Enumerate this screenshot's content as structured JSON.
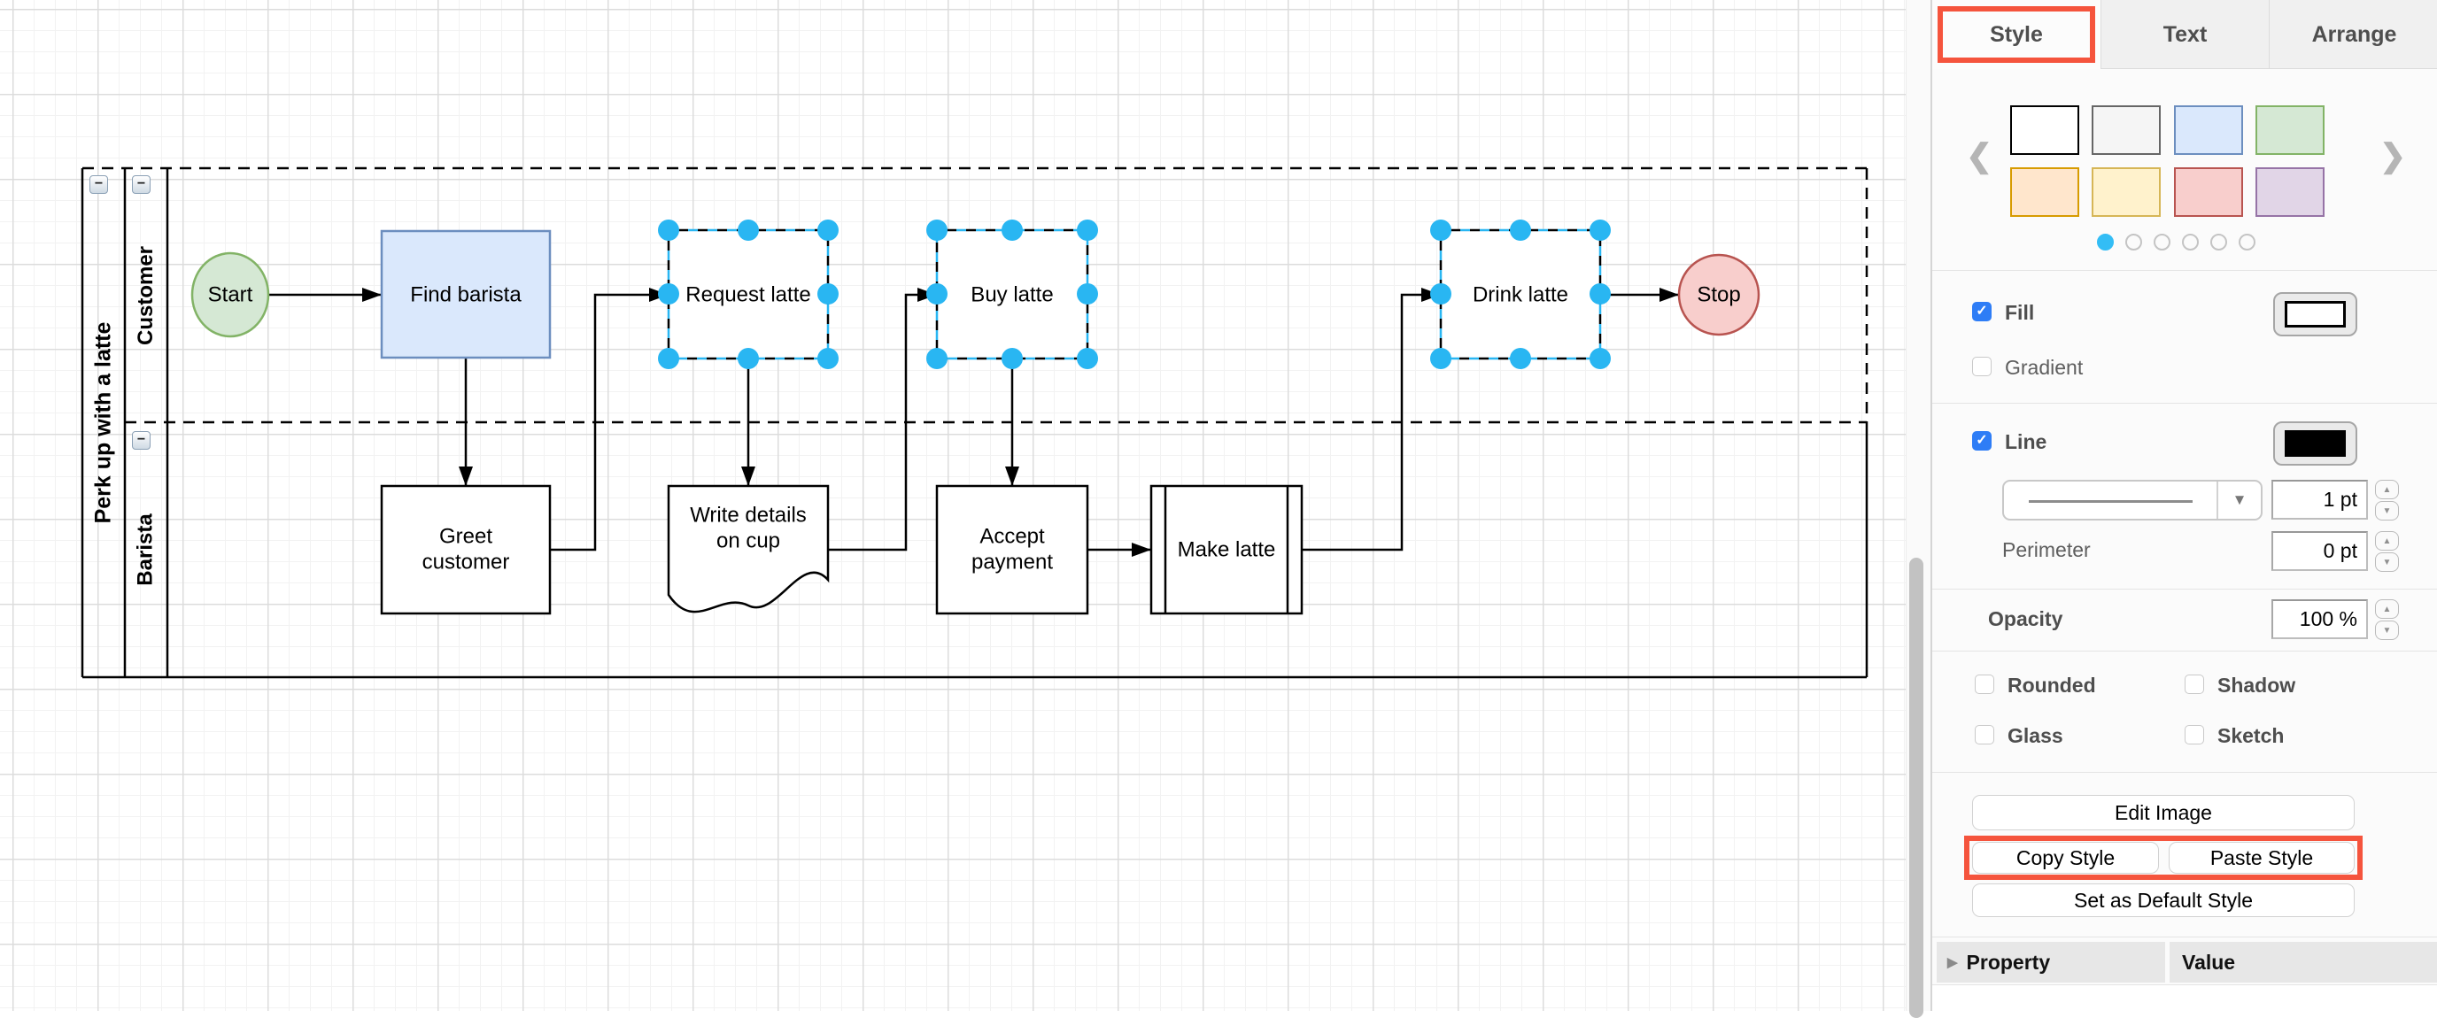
{
  "diagram": {
    "pool_title": "Perk up with a latte",
    "lanes": {
      "customer": "Customer",
      "barista": "Barista"
    },
    "nodes": {
      "start": "Start",
      "find_barista": "Find barista",
      "request_latte": "Request latte",
      "buy_latte": "Buy latte",
      "drink_latte": "Drink latte",
      "stop": "Stop",
      "greet_customer": "Greet customer",
      "write_details": "Write details on cup",
      "accept_payment": "Accept payment",
      "make_latte": "Make latte"
    },
    "colors": {
      "start_fill": "#d5e8d4",
      "start_stroke": "#82b366",
      "find_fill": "#dae8fc",
      "find_stroke": "#6c8ebf",
      "stop_fill": "#f8cecc",
      "stop_stroke": "#b85450",
      "selection": "#29b6f2"
    },
    "selected_nodes": [
      "request_latte",
      "buy_latte",
      "drink_latte"
    ]
  },
  "panel": {
    "tabs": {
      "style": "Style",
      "text": "Text",
      "arrange": "Arrange",
      "active": "Style"
    },
    "annotation_color": "#f5543d",
    "swatches": [
      {
        "css": "background:#ffffff;border-color:#000000"
      },
      {
        "css": "background:#f5f5f5;border-color:#666666"
      },
      {
        "css": "background:#dae8fc;border-color:#6c8ebf"
      },
      {
        "css": "background:#d5e8d4;border-color:#82b366"
      },
      {
        "css": "background:#ffe6cc;border-color:#d79b00"
      },
      {
        "css": "background:#fff2cc;border-color:#d6b656"
      },
      {
        "css": "background:#f8cecc;border-color:#b85450"
      },
      {
        "css": "background:#e1d5e7;border-color:#9673a6"
      }
    ],
    "pagination": {
      "count": 6,
      "active_index": 0
    },
    "fill": {
      "label": "Fill",
      "checked": true,
      "color": "#ffffff"
    },
    "gradient": {
      "label": "Gradient",
      "checked": false
    },
    "line": {
      "label": "Line",
      "checked": true,
      "color": "#000000",
      "width_value": "1 pt"
    },
    "perimeter": {
      "label": "Perimeter",
      "value": "0 pt"
    },
    "opacity": {
      "label": "Opacity",
      "value": "100 %"
    },
    "toggles": {
      "rounded": "Rounded",
      "shadow": "Shadow",
      "glass": "Glass",
      "sketch": "Sketch"
    },
    "buttons": {
      "edit_image": "Edit Image",
      "copy_style": "Copy Style",
      "paste_style": "Paste Style",
      "set_default": "Set as Default Style"
    },
    "table": {
      "property": "Property",
      "value": "Value"
    }
  },
  "icons": {
    "prev": "❮",
    "next": "❯",
    "caret_down": "▼",
    "step_up": "▲",
    "step_down": "▼",
    "check": "✓",
    "minus": "−",
    "expand": "▶"
  }
}
